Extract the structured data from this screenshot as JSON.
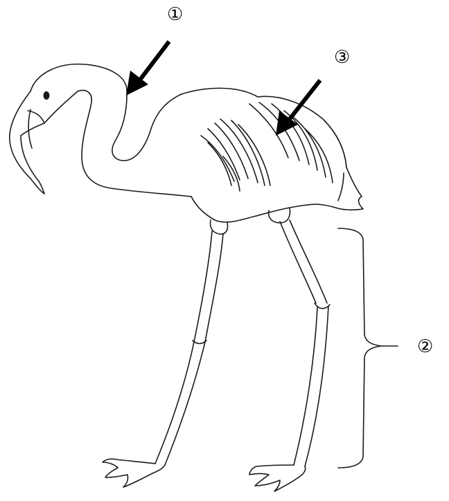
{
  "labels": {
    "marker_1": "①",
    "marker_2": "②",
    "marker_3": "③"
  },
  "colors": {
    "ink": "#1a1a1a",
    "arrow": "#000000",
    "background": "#ffffff"
  }
}
